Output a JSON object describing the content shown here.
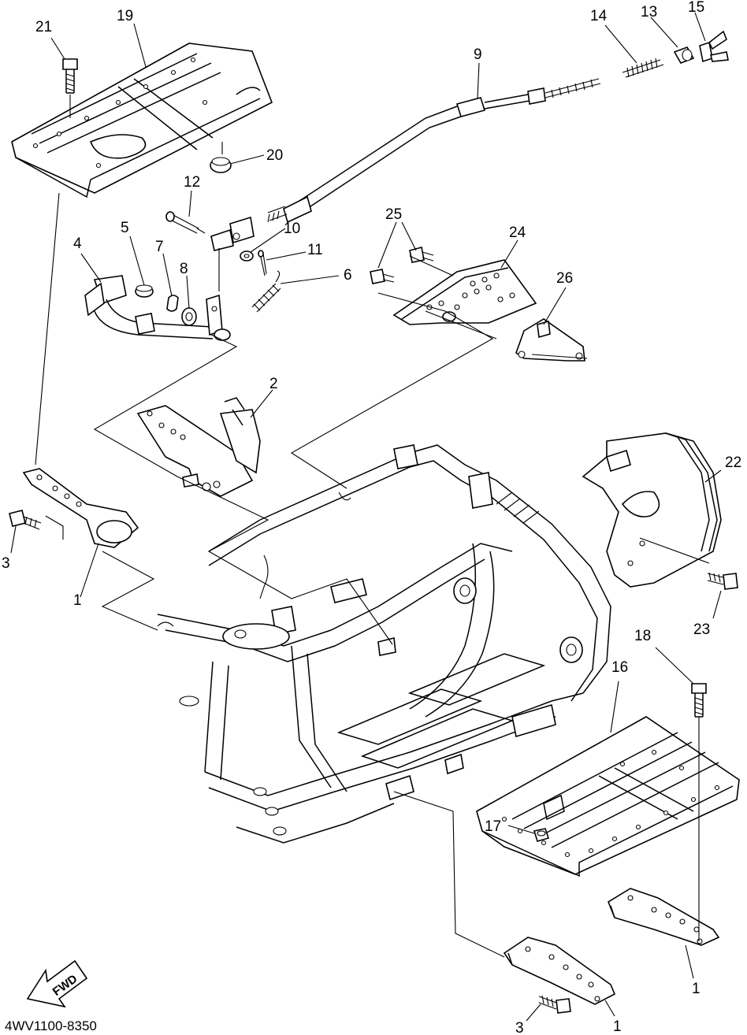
{
  "callouts": {
    "p1": "1",
    "p1b": "1",
    "p1c": "1",
    "p2": "2",
    "p3": "3",
    "p3b": "3",
    "p4": "4",
    "p5": "5",
    "p6": "6",
    "p7": "7",
    "p8": "8",
    "p9": "9",
    "p10": "10",
    "p11": "11",
    "p12": "12",
    "p13": "13",
    "p14": "14",
    "p15": "15",
    "p16": "16",
    "p17": "17",
    "p18": "18",
    "p19": "19",
    "p20": "20",
    "p21": "21",
    "p22": "22",
    "p23": "23",
    "p24": "24",
    "p25": "25",
    "p26": "26"
  },
  "direction_label": "FWD",
  "diagram_code": "4WV1100-8350"
}
